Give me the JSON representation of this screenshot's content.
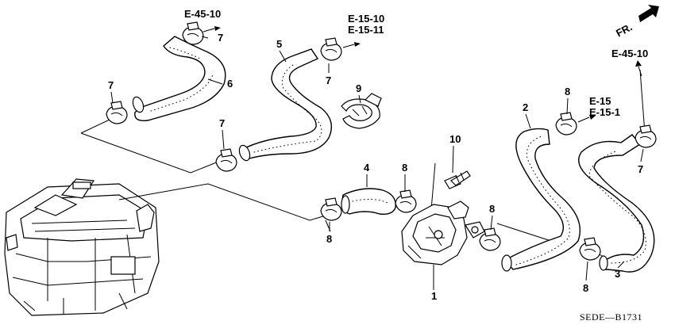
{
  "direction_label": "FR.",
  "refs": {
    "e45_10_top": "E-45-10",
    "e15_10": "E-15-10",
    "e15_11": "E-15-11",
    "e45_10_right": "E-45-10",
    "e15": "E-15",
    "e15_1": "E-15-1"
  },
  "callouts": {
    "c1": "1",
    "c2": "2",
    "c3": "3",
    "c4": "4",
    "c5": "5",
    "c6": "6",
    "c7a": "7",
    "c7b": "7",
    "c7c": "7",
    "c7d": "7",
    "c7e": "7",
    "c8a": "8",
    "c8b": "8",
    "c8c": "8",
    "c8d": "8",
    "c8e": "8",
    "c9": "9",
    "c10": "10"
  },
  "diagram_code": "SEDE—B1731"
}
